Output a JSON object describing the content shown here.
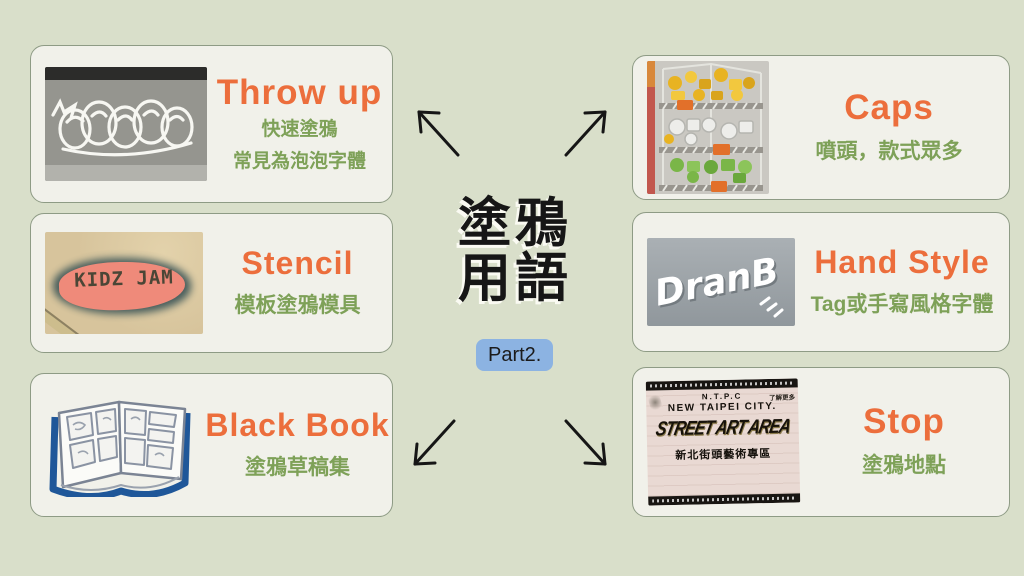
{
  "page": {
    "background_color": "#d9dfca",
    "card_background": "#f1f1ea",
    "card_border": "#8e9b85",
    "accent_orange": "#ec6e3c",
    "text_green": "#7ea158",
    "badge_blue": "#8cb3e2"
  },
  "center": {
    "title_line1": "塗鴉",
    "title_line2": "用語",
    "badge_label": "Part2."
  },
  "cards": [
    {
      "term": "Throw up",
      "desc": "快速塗鴉",
      "desc2": "常見為泡泡字體"
    },
    {
      "term": "Stencil",
      "desc": "模板塗鴉模具",
      "photo_text": "KIDZ JAM"
    },
    {
      "term": "Black Book",
      "desc": "塗鴉草稿集"
    },
    {
      "term": "Caps",
      "desc": "噴頭，款式眾多"
    },
    {
      "term": "Hand Style",
      "desc": "Tag或手寫風格字體",
      "photo_text": "DranB"
    },
    {
      "term": "Stop",
      "desc": "塗鴉地點",
      "photo": {
        "line1": "N.T.P.C",
        "line2": "NEW TAIPEI CITY.",
        "link": "了解更多",
        "graffiti": "STREET ART AREA",
        "sub": "新北街頭藝術專區"
      }
    }
  ]
}
